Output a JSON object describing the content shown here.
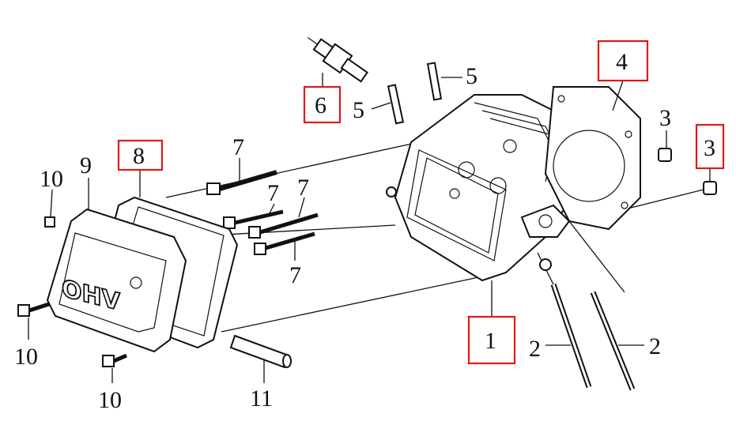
{
  "diagram": {
    "callouts": {
      "c1": "1",
      "c2a": "2",
      "c2b": "2",
      "c3a": "3",
      "c3b": "3",
      "c4": "4",
      "c5a": "5",
      "c5b": "5",
      "c6": "6",
      "c7a": "7",
      "c7b": "7",
      "c7c": "7",
      "c7d": "7",
      "c8": "8",
      "c9": "9",
      "c10a": "10",
      "c10b": "10",
      "c10c": "10",
      "c11": "11"
    },
    "cover_text": "OHV",
    "highlighted_callouts": [
      "1",
      "3",
      "4",
      "6",
      "8"
    ],
    "highlight_color": "#e01818"
  }
}
